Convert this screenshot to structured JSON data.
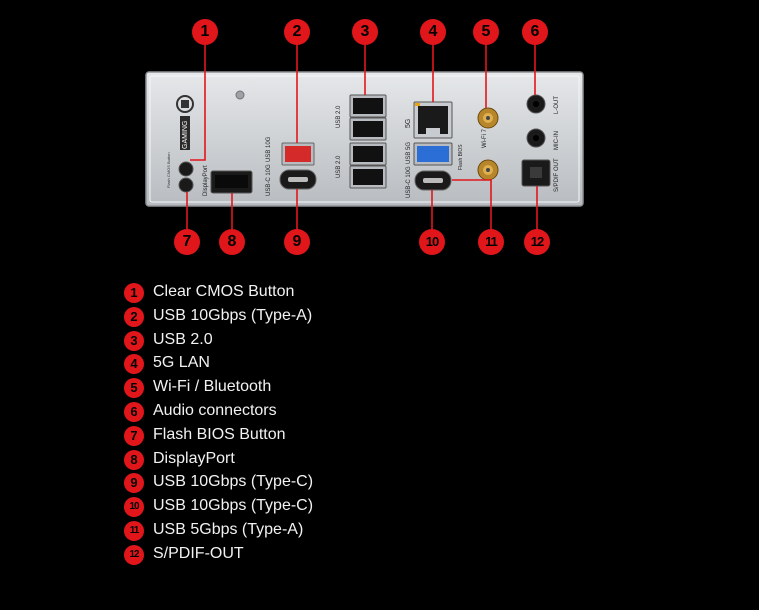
{
  "callouts": [
    "1",
    "2",
    "3",
    "4",
    "5",
    "6",
    "7",
    "8",
    "9",
    "10",
    "11",
    "12"
  ],
  "legend": [
    {
      "num": "1",
      "label": "Clear CMOS Button"
    },
    {
      "num": "2",
      "label": "USB 10Gbps (Type-A)"
    },
    {
      "num": "3",
      "label": "USB 2.0"
    },
    {
      "num": "4",
      "label": "5G LAN"
    },
    {
      "num": "5",
      "label": "Wi-Fi / Bluetooth"
    },
    {
      "num": "6",
      "label": "Audio connectors"
    },
    {
      "num": "7",
      "label": "Flash BIOS Button"
    },
    {
      "num": "8",
      "label": "DisplayPort"
    },
    {
      "num": "9",
      "label": "USB 10Gbps (Type-C)"
    },
    {
      "num": "10",
      "label": "USB 10Gbps (Type-C)"
    },
    {
      "num": "11",
      "label": "USB 5Gbps (Type-A)"
    },
    {
      "num": "12",
      "label": "S/PDIF-OUT"
    }
  ],
  "panel": {
    "gaming": "GAMING",
    "cmos_small": "Flash CMOS Button",
    "dp": "DisplayPort",
    "usb10g": "USB 10G",
    "usbc10g": "USB-C 10G",
    "usb20": "USB 2.0",
    "usb5g": "USB 5G",
    "usbc10g_b": "USB-C 10G",
    "lan": "5G",
    "flashbios": "Flash BIOS",
    "wifi": "Wi-Fi 7",
    "lineout": "L-OUT",
    "micin": "MIC-IN",
    "spdif": "S/PDIF OUT"
  },
  "colors": {
    "accent": "#e1161b",
    "usb3": "#2b6fd6",
    "usb10g": "#d42a2a",
    "panel": "#cfd2d6"
  }
}
